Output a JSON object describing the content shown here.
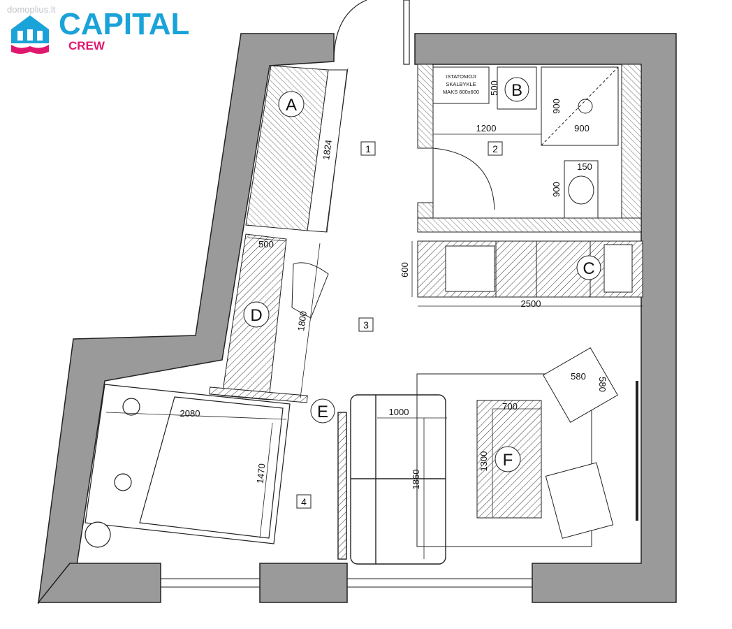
{
  "brand": {
    "watermark": "domoplius.lt",
    "title": "CAPITAL",
    "subtitle": "CREW",
    "colors": {
      "primary": "#1aa3d8",
      "accent": "#e0176e",
      "wall": "#9a9a9a"
    },
    "icon": "house-book-icon"
  },
  "plan": {
    "rooms": [
      {
        "id": "1",
        "label": "1"
      },
      {
        "id": "2",
        "label": "2"
      },
      {
        "id": "3",
        "label": "3"
      },
      {
        "id": "4",
        "label": "4"
      }
    ],
    "furniture_tags": [
      "A",
      "B",
      "C",
      "D",
      "E",
      "F"
    ],
    "dimensions": [
      "1824",
      "500",
      "1800",
      "1200",
      "500",
      "900",
      "900",
      "150",
      "900",
      "600",
      "2500",
      "2080",
      "1470",
      "1000",
      "1860",
      "700",
      "1300",
      "580",
      "580"
    ],
    "appliance_note": [
      "ISTATOMOJI",
      "SKALBYKLE",
      "MAKS 600x600"
    ]
  }
}
